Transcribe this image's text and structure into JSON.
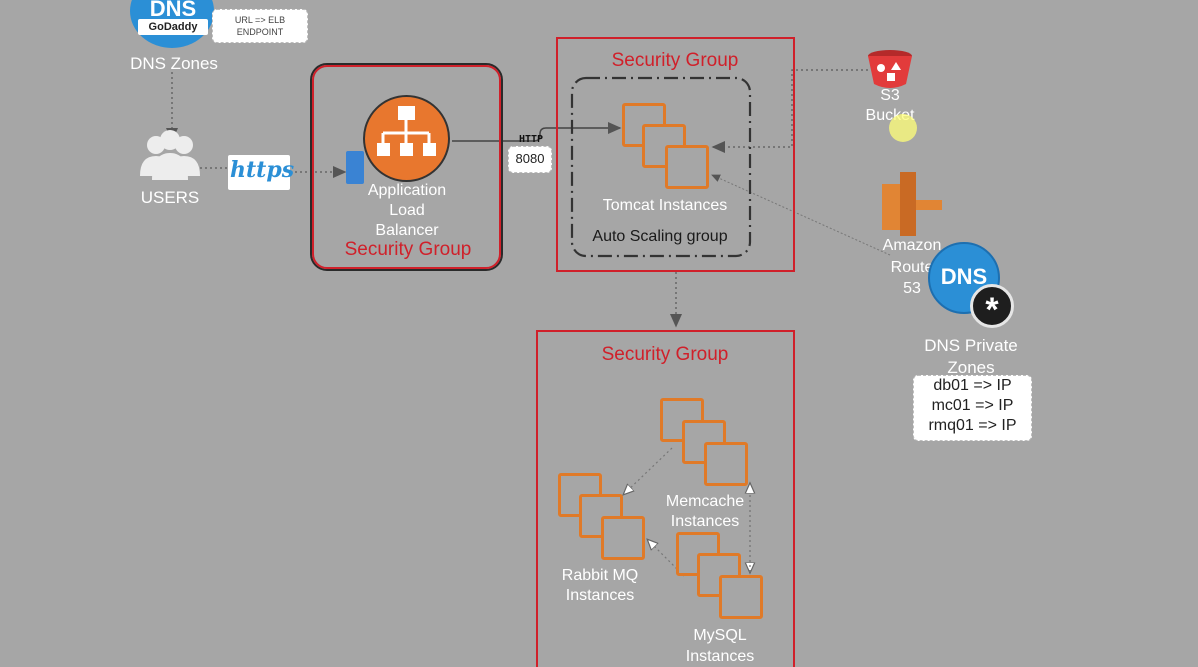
{
  "dns_zones": {
    "logo_text": "DNS",
    "provider": "GoDaddy",
    "label": "DNS Zones",
    "note": "URL => ELB ENDPOINT"
  },
  "users": {
    "label": "USERS"
  },
  "https_badge": "https",
  "alb": {
    "label_line1": "Application",
    "label_line2": "Load",
    "label_line3": "Balancer",
    "sg_title": "Security Group"
  },
  "http_tag": "HTTP",
  "port": "8080",
  "app_group": {
    "sg_title": "Security Group",
    "instances_label": "Tomcat Instances",
    "asg_label": "Auto Scaling group"
  },
  "s3": {
    "label_line1": "S3",
    "label_line2": "Bucket"
  },
  "route53": {
    "label_line1": "Amazon",
    "label_line2": "Route",
    "label_line3": "53",
    "dns_logo": "DNS"
  },
  "private_zones": {
    "label_line1": "DNS Private",
    "label_line2": "Zones",
    "records": [
      "db01 => IP",
      "mc01 => IP",
      "rmq01 => IP"
    ]
  },
  "backend_group": {
    "sg_title": "Security Group",
    "memcache_line1": "Memcache",
    "memcache_line2": "Instances",
    "rabbit_line1": "Rabbit MQ",
    "rabbit_line2": "Instances",
    "mysql_line1": "MySQL",
    "mysql_line2": "Instances"
  },
  "colors": {
    "background": "#a6a6a6",
    "security_group": "#d0202a",
    "instance": "#e07a28",
    "alb": "#e8772e",
    "s3": "#e23b3b",
    "route53": "#c96a24",
    "dns_blue": "#2b8fd6"
  }
}
